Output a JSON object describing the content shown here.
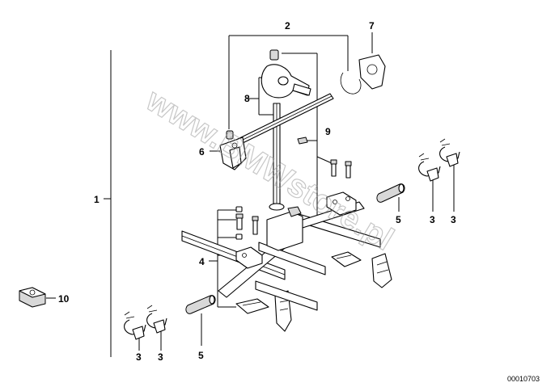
{
  "callouts": {
    "c1": "1",
    "c2": "2",
    "c3a": "3",
    "c3b": "3",
    "c3c": "3",
    "c3d": "3",
    "c4": "4",
    "c5a": "5",
    "c5b": "5",
    "c6": "6",
    "c7": "7",
    "c8": "8",
    "c9": "9",
    "c10": "10"
  },
  "reference_number": "00010703",
  "watermark": "www.BMWstore.pl",
  "colors": {
    "line": "#000000",
    "fill": "#ffffff",
    "shade": "#d8d8d8",
    "watermark": "#9a9a9a"
  }
}
